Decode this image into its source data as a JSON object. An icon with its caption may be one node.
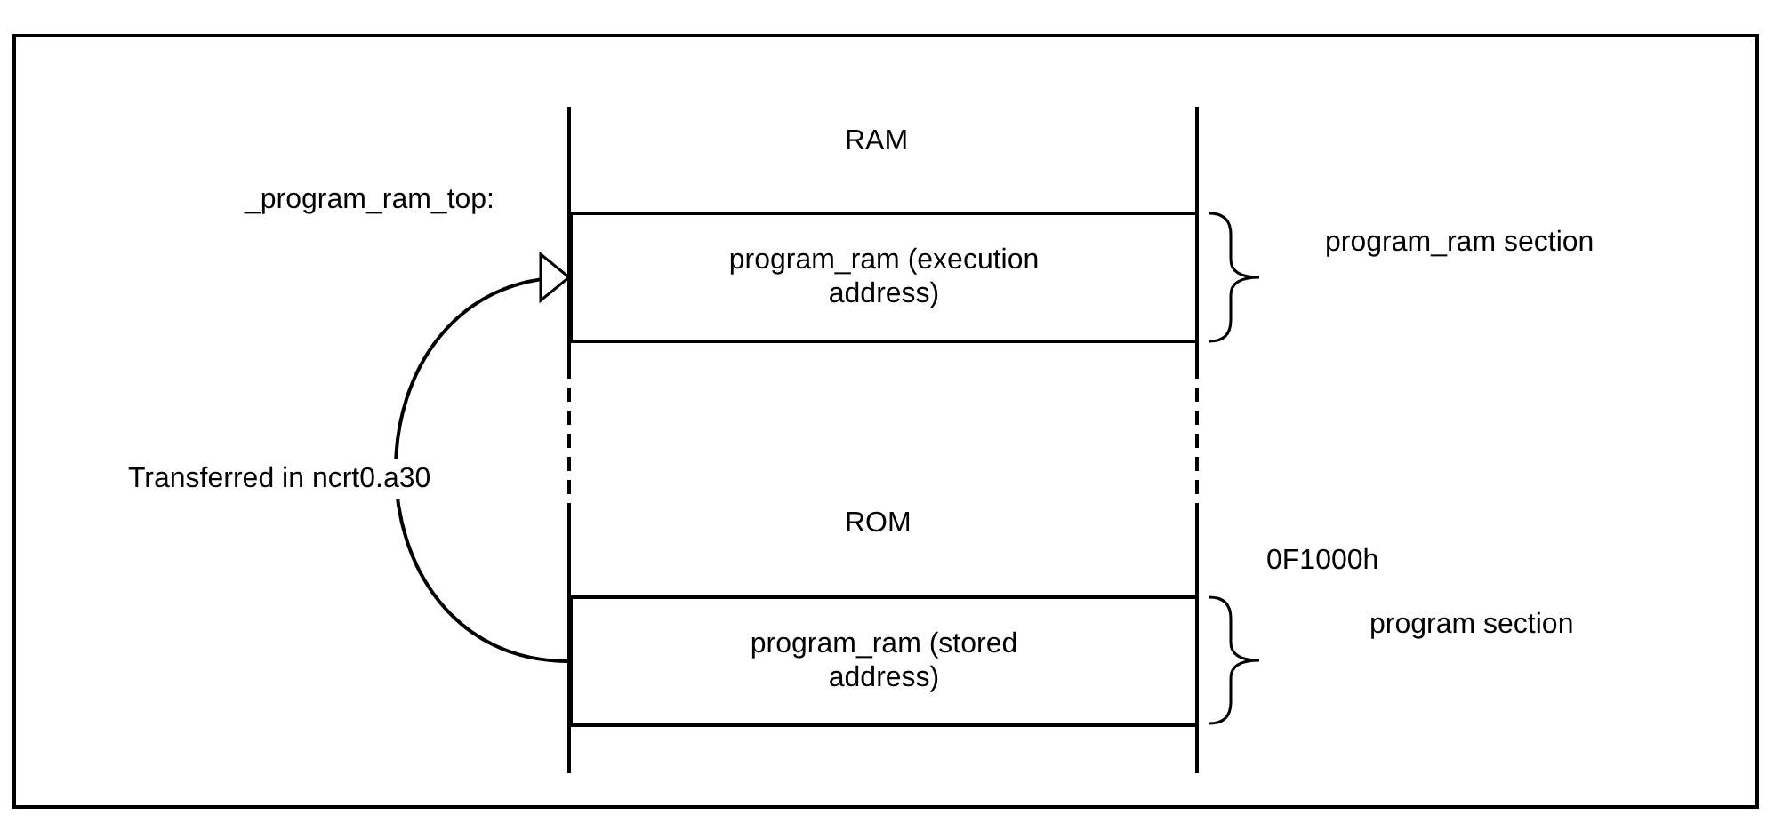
{
  "diagram": {
    "nodes": [
      {
        "text": [
          "program_ram (execution address)"
        ]
      },
      {
        "text": [
          "program_ram (stored address)"
        ]
      }
    ],
    "edges": [
      {
        "from": 1,
        "to": 0,
        "arrow": "to",
        "label": "Transferred in ncrt0.a30"
      }
    ],
    "labels": [
      "RAM",
      "_program_ram_top:",
      "program_ram section",
      "ROM",
      "0F1000h",
      "program section"
    ]
  }
}
